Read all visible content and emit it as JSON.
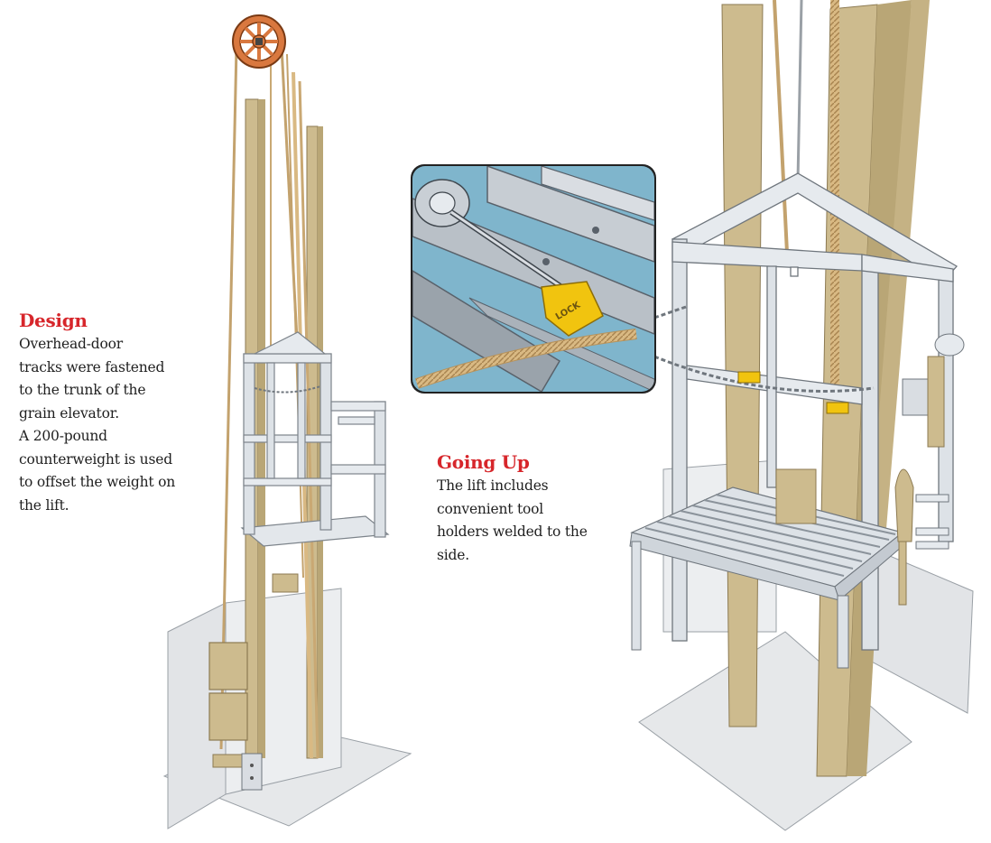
{
  "design": {
    "title": "Design",
    "lines": [
      "Overhead-door",
      "tracks were fastened",
      "to the trunk of the",
      "grain elevator.",
      "A 200-pound",
      "counterweight is used",
      "to offset the weight on",
      "the lift."
    ]
  },
  "going_up": {
    "title": "Going Up",
    "lines": [
      "The lift includes",
      "convenient tool",
      "holders welded to the",
      "side."
    ]
  },
  "inset": {
    "lock_label": "LOCK"
  },
  "colors": {
    "heading_red": "#d7262b",
    "wood": "#cdbb8e",
    "steel": "#d9dde2",
    "rope": "#d9b983",
    "pulley": "#d9783f",
    "inset_bg": "#7fb5cc"
  }
}
